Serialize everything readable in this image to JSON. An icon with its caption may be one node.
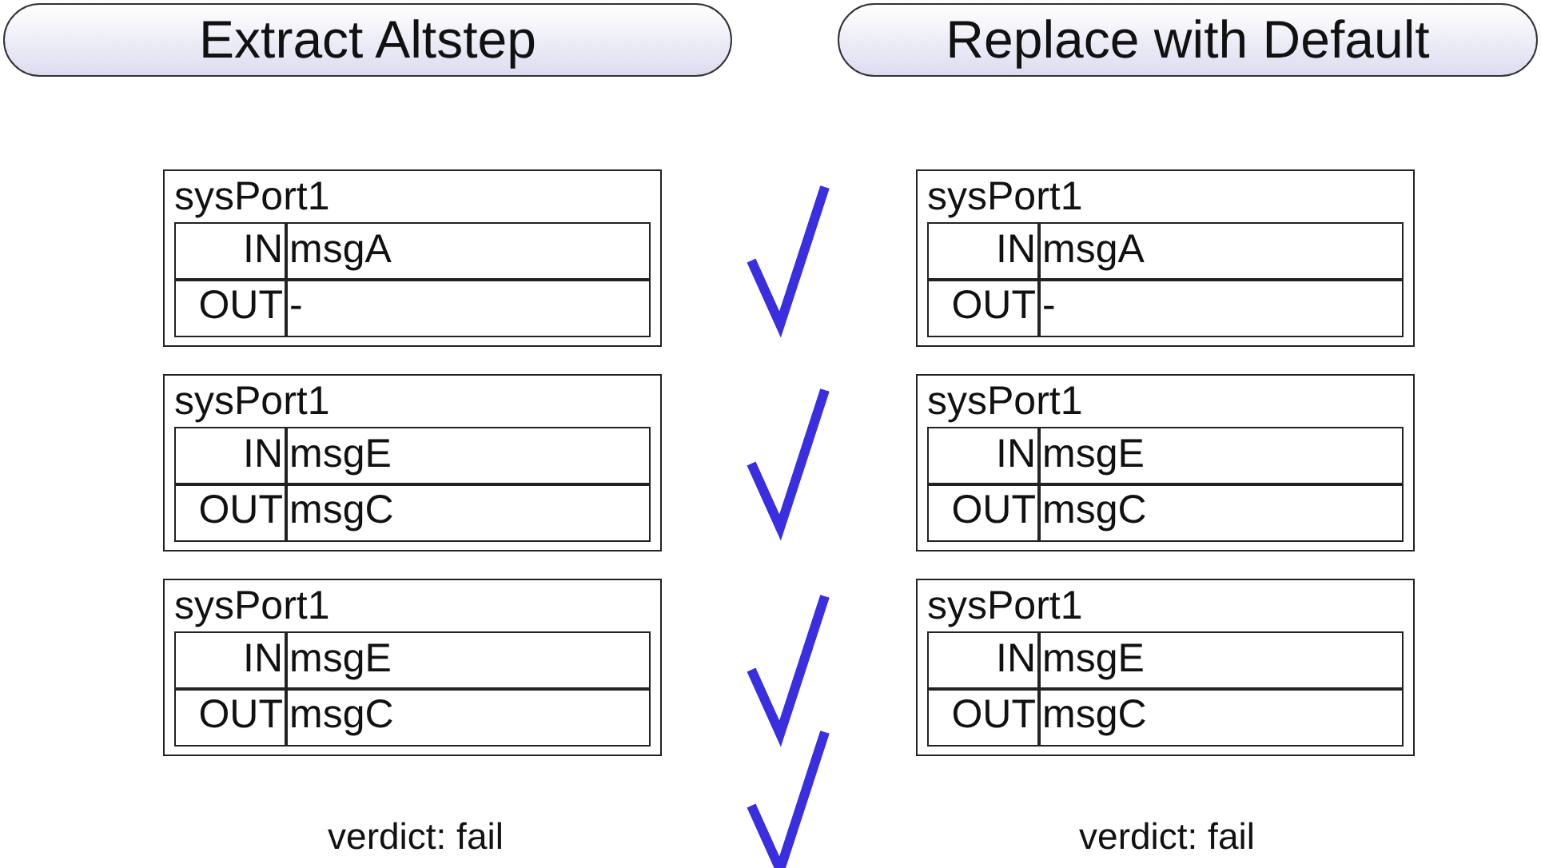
{
  "diagram": {
    "nodes": [
      {
        "text": [
          "Extract Altstep"
        ]
      },
      {
        "text": [
          "Replace with Default"
        ]
      },
      {
        "text": [
          "sysPort1",
          "IN",
          "msgA",
          "OUT",
          "-"
        ]
      },
      {
        "text": [
          "sysPort1",
          "IN",
          "msgA",
          "OUT",
          "-"
        ]
      },
      {
        "text": [
          "sysPort1",
          "IN",
          "msgE",
          "OUT",
          "msgC"
        ]
      },
      {
        "text": [
          "sysPort1",
          "IN",
          "msgE",
          "OUT",
          "msgC"
        ]
      },
      {
        "text": [
          "sysPort1",
          "IN",
          "msgE",
          "OUT",
          "msgC"
        ]
      },
      {
        "text": [
          "sysPort1",
          "IN",
          "msgE",
          "OUT",
          "msgC"
        ]
      }
    ],
    "labels": [
      "verdict: fail",
      "verdict: fail"
    ]
  }
}
